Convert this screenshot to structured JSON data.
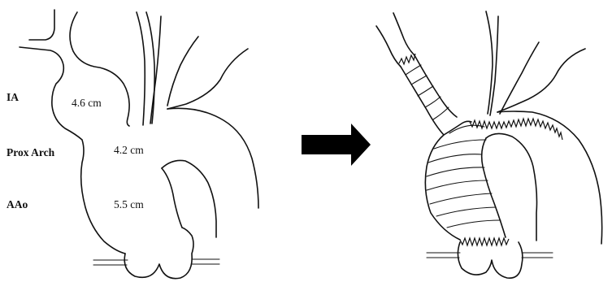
{
  "labels": {
    "ia": "IA",
    "prox_arch": "Prox Arch",
    "aao": "AAo"
  },
  "measurements": {
    "ia": "4.6 cm",
    "prox_arch": "4.2 cm",
    "aao": "5.5 cm"
  },
  "colors": {
    "line": "#111111",
    "background": "#ffffff"
  }
}
